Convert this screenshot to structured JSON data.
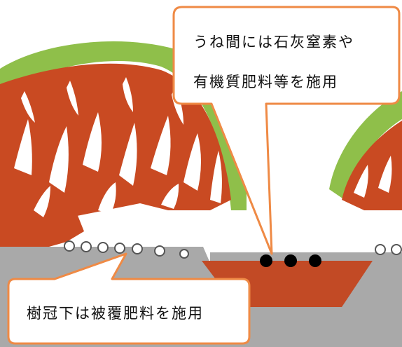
{
  "callouts": {
    "interrow": {
      "line1": "うね間には石灰窒素や",
      "line2": "有機質肥料等を施用"
    },
    "under_canopy": {
      "text": "樹冠下は被覆肥料を施用"
    }
  },
  "colors": {
    "branch": "#c94a22",
    "foliage": "#8fbf4a",
    "soil": "#a9a9a9",
    "trench": "#c24a25",
    "callout_border": "#ef8a45",
    "pellet_coated": "#ffffff",
    "pellet_organic": "#000000"
  },
  "icons": {
    "coated_fertilizer": "hollow-circle",
    "organic_fertilizer": "filled-circle"
  }
}
